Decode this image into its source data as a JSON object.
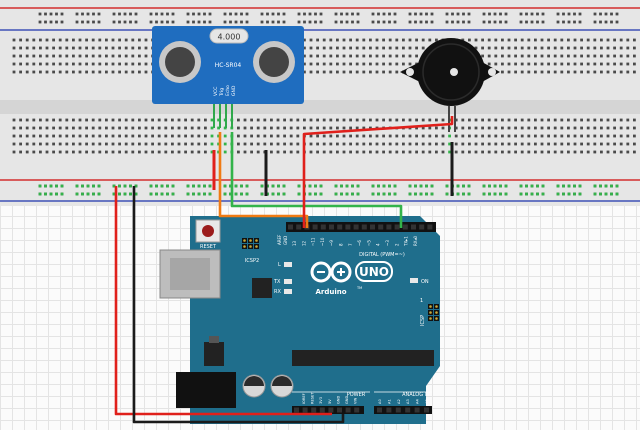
{
  "sensor": {
    "chip_label": "4.000",
    "model_label": "HC-SR04",
    "pins": [
      "VCC",
      "Trig",
      "Echo",
      "GND"
    ]
  },
  "arduino": {
    "reset_label": "RESET",
    "icsp2_label": "ICSP2",
    "aref_label": "AREF",
    "gnd_label": "GND",
    "digital_pin_labels": [
      "13",
      "12",
      "~11",
      "~10",
      "~9",
      "8",
      "7",
      "~6",
      "~5",
      "4",
      "~3",
      "2",
      "TX▸1",
      "RX◂0"
    ],
    "digital_label": "DIGITAL (PWM=~)",
    "l_label": "L",
    "tx_label": "TX",
    "rx_label": "RX",
    "on_label": "ON",
    "uno_label": "UNO",
    "brand_label": "Arduino",
    "tm_label": "TM",
    "icsp_label": "ICSP",
    "icsp_pin_label": "1",
    "power_label": "POWER",
    "power_pin_labels": [
      "IOREF",
      "RESET",
      "3V3",
      "5V",
      "GND",
      "GND",
      "VIN"
    ],
    "analog_label": "ANALOG IN",
    "analog_pin_labels": [
      "A0",
      "A1",
      "A2",
      "A3",
      "A4",
      "A5"
    ]
  },
  "colors": {
    "breadboard": "#e6e6e6",
    "rail_red": "#d32f2f",
    "rail_blue": "#3f51b5",
    "board_teal": "#1f6e8c",
    "sensor_blue": "#1f6dbf",
    "wire_red": "#e0201b",
    "wire_black": "#1a1a1a",
    "wire_orange": "#f07b14",
    "wire_green": "#33b34a"
  }
}
